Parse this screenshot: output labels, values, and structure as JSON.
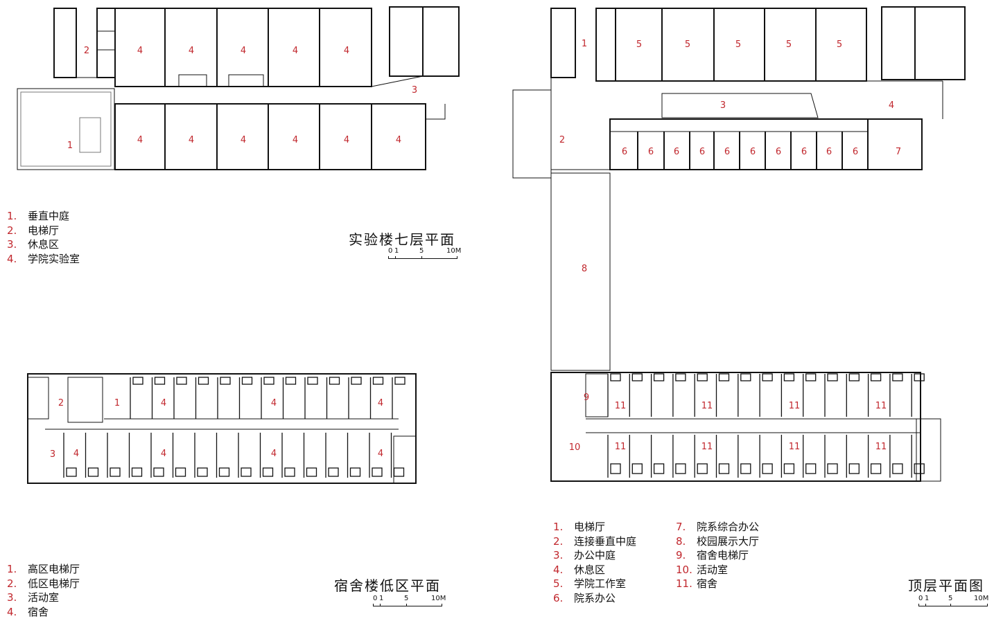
{
  "lab_plan": {
    "title": "实验楼七层平面",
    "legend": [
      {
        "n": "1.",
        "t": "垂直中庭"
      },
      {
        "n": "2.",
        "t": "电梯厅"
      },
      {
        "n": "3.",
        "t": "休息区"
      },
      {
        "n": "4.",
        "t": "学院实验室"
      }
    ],
    "scale": {
      "a": "0",
      "b": "1",
      "c": "5",
      "d": "10M"
    },
    "room_labels": [
      "1",
      "2",
      "3",
      "4"
    ]
  },
  "dorm_plan": {
    "title": "宿舍楼低区平面",
    "legend": [
      {
        "n": "1.",
        "t": "高区电梯厅"
      },
      {
        "n": "2.",
        "t": "低区电梯厅"
      },
      {
        "n": "3.",
        "t": "活动室"
      },
      {
        "n": "4.",
        "t": "宿舍"
      }
    ],
    "scale": {
      "a": "0",
      "b": "1",
      "c": "5",
      "d": "10M"
    },
    "room_labels": [
      "1",
      "2",
      "3",
      "4"
    ]
  },
  "top_plan": {
    "title": "顶层平面图",
    "legend_col1": [
      {
        "n": "1.",
        "t": "电梯厅"
      },
      {
        "n": "2.",
        "t": "连接垂直中庭"
      },
      {
        "n": "3.",
        "t": "办公中庭"
      },
      {
        "n": "4.",
        "t": "休息区"
      },
      {
        "n": "5.",
        "t": "学院工作室"
      },
      {
        "n": "6.",
        "t": "院系办公"
      }
    ],
    "legend_col2": [
      {
        "n": "7.",
        "t": "院系综合办公"
      },
      {
        "n": "8.",
        "t": "校园展示大厅"
      },
      {
        "n": "9.",
        "t": "宿舍电梯厅"
      },
      {
        "n": "10.",
        "t": "活动室"
      },
      {
        "n": "11.",
        "t": "宿舍"
      }
    ],
    "scale": {
      "a": "0",
      "b": "1",
      "c": "5",
      "d": "10M"
    },
    "room_labels": [
      "1",
      "2",
      "3",
      "4",
      "5",
      "6",
      "7",
      "8",
      "9",
      "10",
      "11"
    ]
  },
  "colors": {
    "label_red": "#c1272d",
    "wall": "#111111",
    "thin": "#555555"
  }
}
